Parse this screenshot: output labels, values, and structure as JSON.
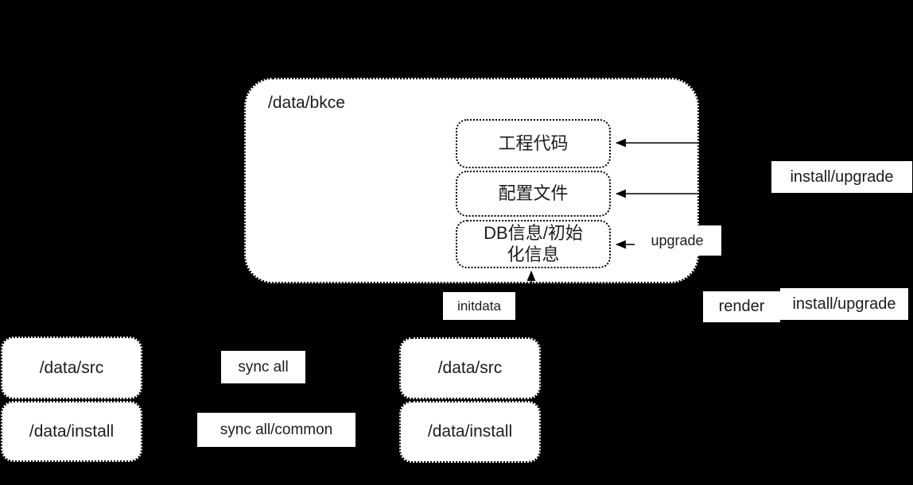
{
  "canvas": {
    "background_color": "#000000",
    "node_fill_color": "#ffffff",
    "border_color": "#000000",
    "text_color": "#1c1c1c"
  },
  "container": {
    "label": "/data/bkce"
  },
  "container_items": [
    {
      "label": "工程代码"
    },
    {
      "label": "配置文件"
    },
    {
      "label": "DB信息/初始\n化信息"
    }
  ],
  "labels": {
    "install_upgrade_top": "install/upgrade",
    "upgrade": "upgrade",
    "initdata": "initdata",
    "render": "render",
    "install_upgrade_bottom": "install/upgrade",
    "sync_all": "sync all",
    "sync_all_common": "sync all/common"
  },
  "left_boxes": [
    {
      "label": "/data/src"
    },
    {
      "label": "/data/install"
    }
  ],
  "middle_boxes": [
    {
      "label": "/data/src"
    },
    {
      "label": "/data/install"
    }
  ]
}
